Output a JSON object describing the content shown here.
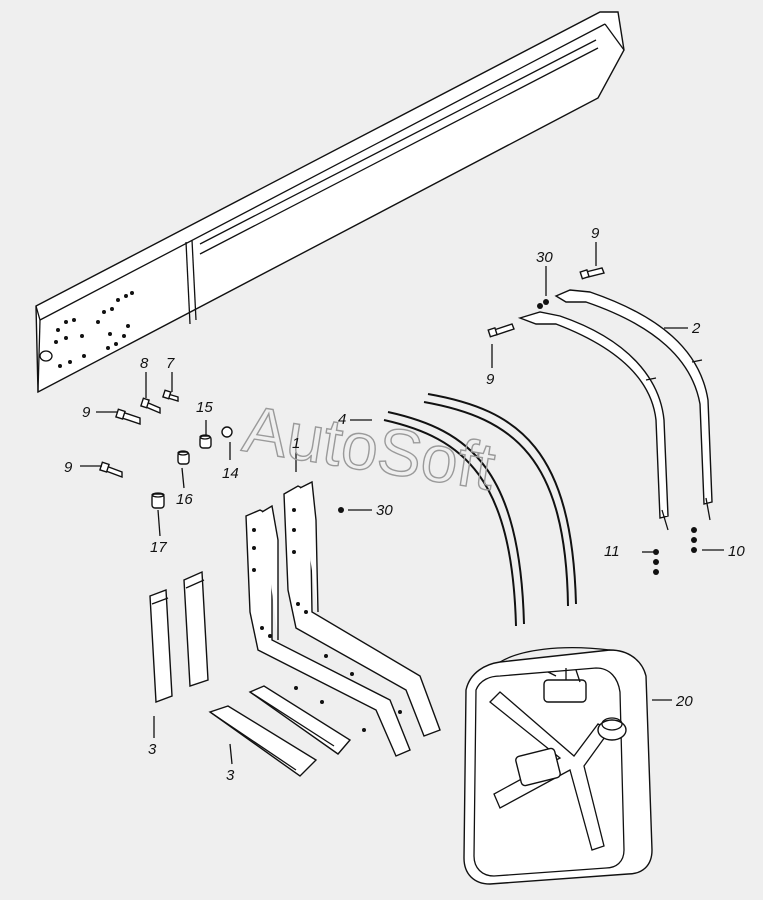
{
  "watermark": "AutoSoft",
  "labels": {
    "l1": "1",
    "l2": "2",
    "l3a": "3",
    "l3b": "3",
    "l4": "4",
    "l7": "7",
    "l8": "8",
    "l9a": "9",
    "l9b": "9",
    "l9c": "9",
    "l9d": "9",
    "l10": "10",
    "l11": "11",
    "l14": "14",
    "l15": "15",
    "l16": "16",
    "l17": "17",
    "l20": "20",
    "l30a": "30",
    "l30b": "30"
  },
  "colors": {
    "background": "#efefef",
    "ink": "#111111",
    "watermark": "#9a9a9a"
  }
}
